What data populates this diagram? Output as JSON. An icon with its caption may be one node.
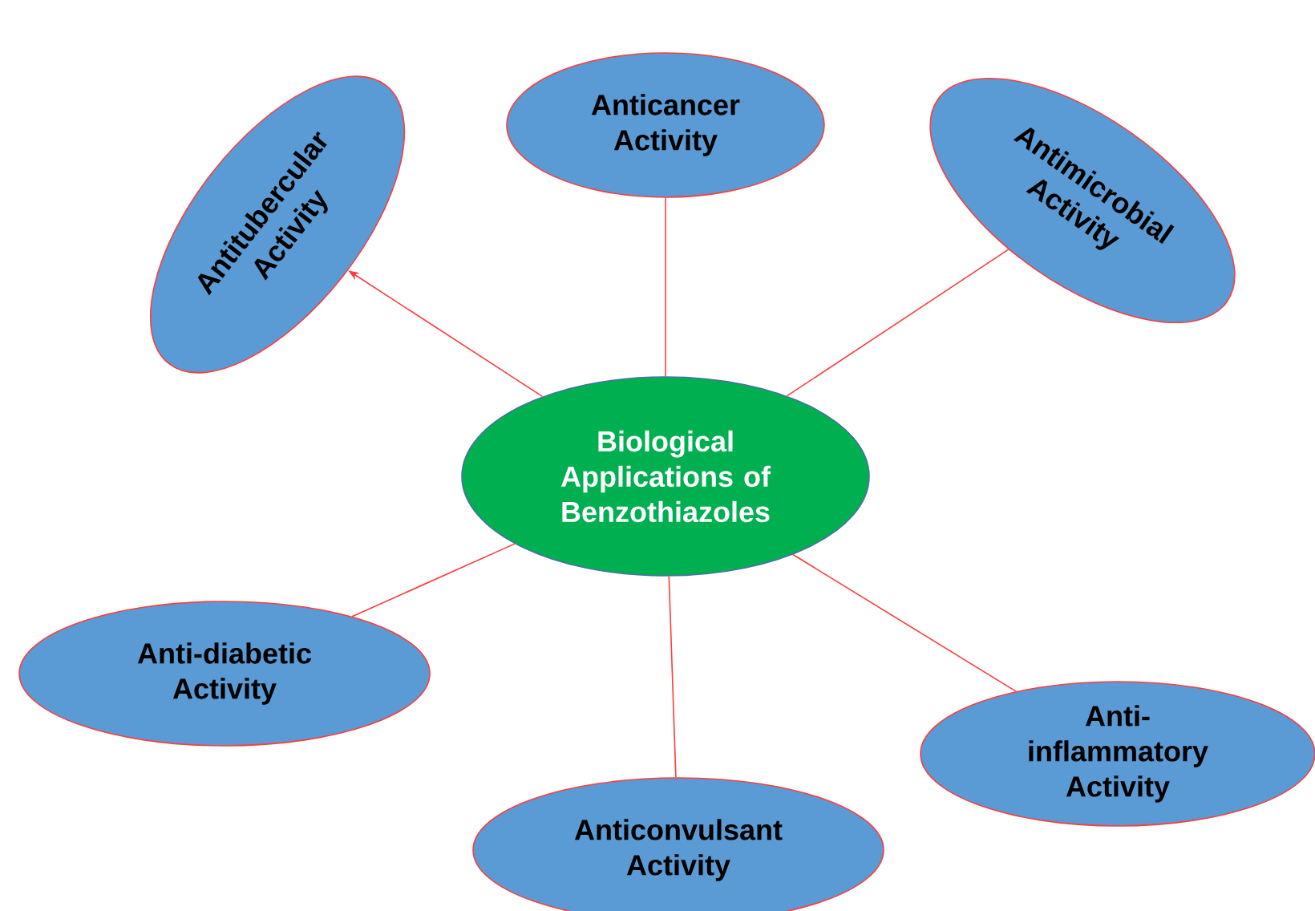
{
  "diagram": {
    "nodes": [
      {
        "text": [
          "Biological Applications of Benzothiazoles"
        ]
      },
      {
        "text": [
          "Anticancer Activity"
        ]
      },
      {
        "text": [
          "Antimicrobial Activity"
        ]
      },
      {
        "text": [
          "Antitubercular Activity"
        ]
      },
      {
        "text": [
          "Anti-diabetic Activity"
        ]
      },
      {
        "text": [
          "Anticonvulsant Activity"
        ]
      },
      {
        "text": [
          "Anti-inflammatory Activity"
        ]
      }
    ],
    "edges": [
      {
        "from": 0,
        "to": 3,
        "arrow": "to"
      },
      {
        "from": 0,
        "to": 1,
        "arrow": "none"
      },
      {
        "from": 0,
        "to": 2,
        "arrow": "none"
      },
      {
        "from": 0,
        "to": 4,
        "arrow": "none"
      },
      {
        "from": 0,
        "to": 5,
        "arrow": "none"
      },
      {
        "from": 0,
        "to": 6,
        "arrow": "none"
      }
    ]
  }
}
